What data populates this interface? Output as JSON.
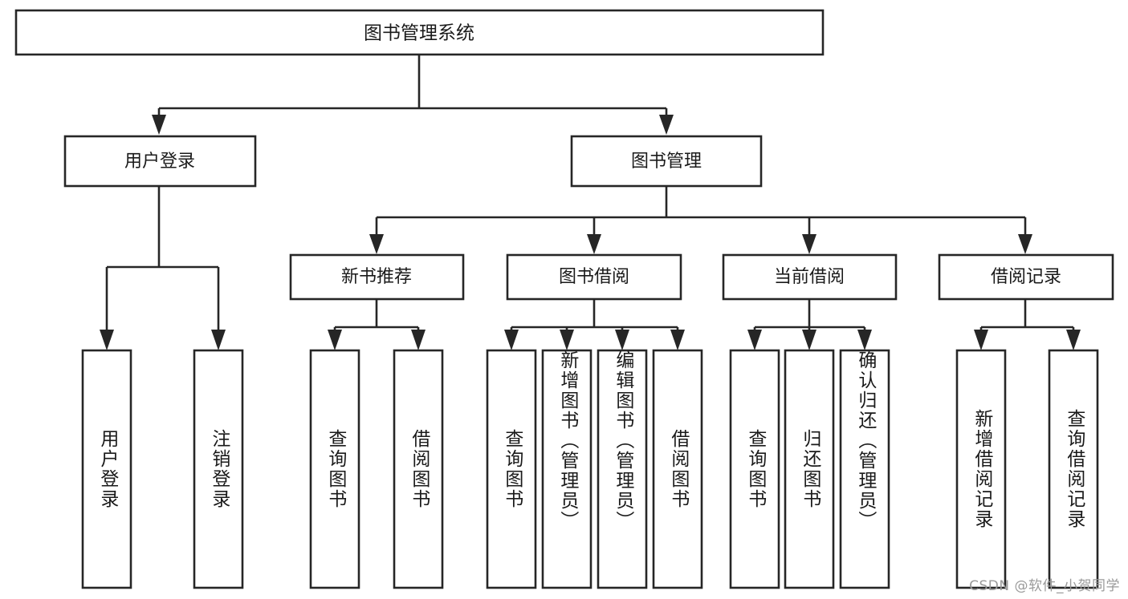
{
  "diagram": {
    "type": "tree-hierarchy",
    "title": "图书管理系统",
    "watermark": "CSDN @软件_小贺同学",
    "colors": {
      "stroke": "#262626",
      "fill": "#ffffff",
      "text": "#1a1a1a",
      "watermark": "#9a9a9a",
      "background": "#ffffff"
    },
    "root": {
      "label": "图书管理系统"
    },
    "level2": [
      {
        "label": "用户登录"
      },
      {
        "label": "图书管理"
      }
    ],
    "level3": [
      {
        "label": "新书推荐"
      },
      {
        "label": "图书借阅"
      },
      {
        "label": "当前借阅"
      },
      {
        "label": "借阅记录"
      }
    ],
    "leaves": {
      "user_login": [
        {
          "label": "用户登录"
        },
        {
          "label": "注销登录"
        }
      ],
      "new_book_rec": [
        {
          "label": "查询图书"
        },
        {
          "label": "借阅图书"
        }
      ],
      "book_borrow": [
        {
          "label": "查询图书"
        },
        {
          "label": "新增图书（管理员）"
        },
        {
          "label": "编辑图书（管理员）"
        },
        {
          "label": "借阅图书"
        }
      ],
      "current_borrow": [
        {
          "label": "查询图书"
        },
        {
          "label": "归还图书"
        },
        {
          "label": "确认归还（管理员）"
        }
      ],
      "borrow_record": [
        {
          "label": "新增借阅记录"
        },
        {
          "label": "查询借阅记录"
        }
      ]
    }
  }
}
